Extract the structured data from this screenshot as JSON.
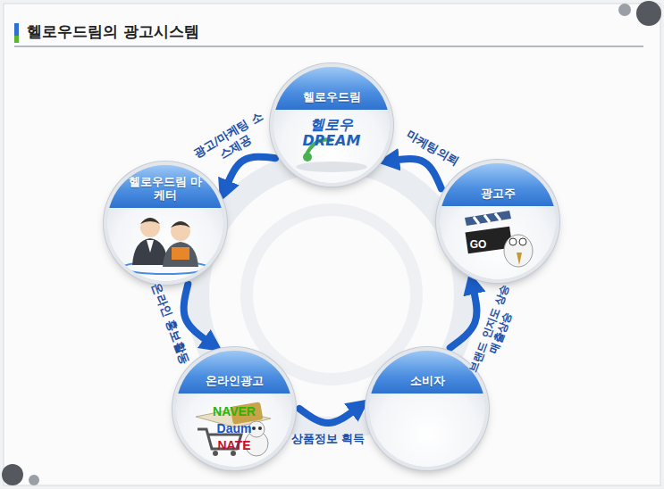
{
  "diagram": {
    "title": "헬로우드림의 광고시스템",
    "nodes": [
      {
        "text": [
          "헬로우드림",
          "헬로우 DREAM"
        ]
      },
      {
        "text": [
          "헬로우드림 마케터"
        ]
      },
      {
        "text": [
          "광고주",
          "GO"
        ]
      },
      {
        "text": [
          "온라인광고",
          "NAVER",
          "Daum",
          "NATE"
        ]
      },
      {
        "text": [
          "소비자"
        ]
      }
    ],
    "edges": [
      {
        "from": 2,
        "to": 0,
        "arrow": "to",
        "label": "마케팅의뢰"
      },
      {
        "from": 0,
        "to": 1,
        "arrow": "to",
        "label": "광고/마케팅 소스제공"
      },
      {
        "from": 1,
        "to": 3,
        "arrow": "to",
        "label": "온라인 홍보활동"
      },
      {
        "from": 3,
        "to": 4,
        "arrow": "to",
        "label": "상품정보 획득"
      },
      {
        "from": 4,
        "to": 2,
        "arrow": "to",
        "label": "브랜드 인지도 상승 매출상승"
      }
    ]
  }
}
